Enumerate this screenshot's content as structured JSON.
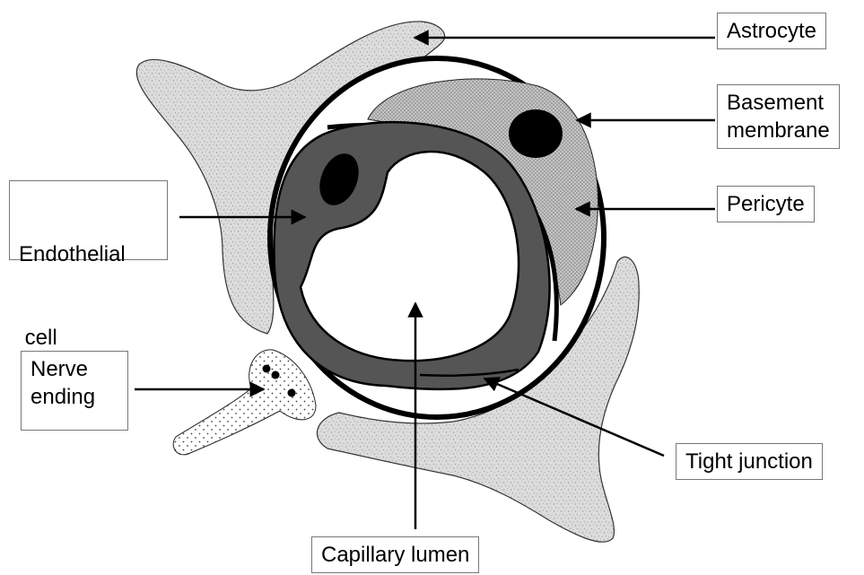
{
  "labels": {
    "astrocyte": "Astrocyte",
    "basement_membrane": [
      "Basement",
      "membrane"
    ],
    "pericyte": "Pericyte",
    "endothelial_cell": [
      "Endothelial",
      " cell"
    ],
    "nerve_ending": [
      "Nerve",
      "ending"
    ],
    "tight_junction": "Tight junction",
    "capillary_lumen": "Capillary lumen"
  },
  "colors": {
    "astrocyte_fill": "#dcdcdc",
    "pericyte_fill": "#b9b9b9",
    "endothelial_fill": "#555555",
    "nucleus_fill": "#000000",
    "outline": "#000000",
    "label_border": "#777777"
  }
}
